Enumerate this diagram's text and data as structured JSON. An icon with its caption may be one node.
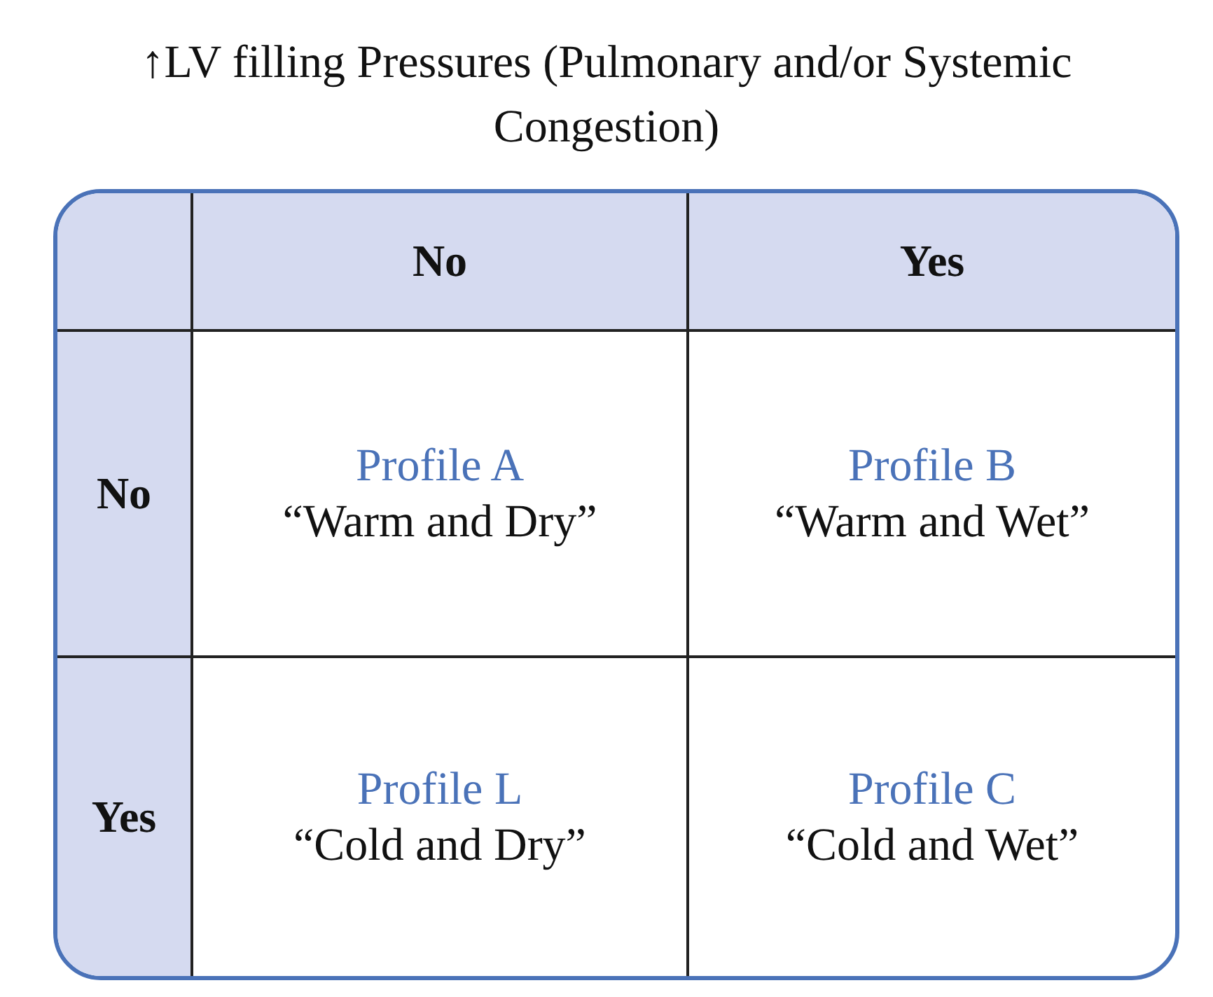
{
  "diagram": {
    "title": "↑LV filling Pressures (Pulmonary and/or Systemic Congestion)",
    "labels": [
      "No",
      "Yes",
      "No",
      "Profile A",
      "“Warm and Dry”",
      "Profile B",
      "“Warm and Wet”",
      "Yes",
      "Profile L",
      "“Cold and Dry”",
      "Profile C",
      "“Cold and Wet”"
    ]
  }
}
